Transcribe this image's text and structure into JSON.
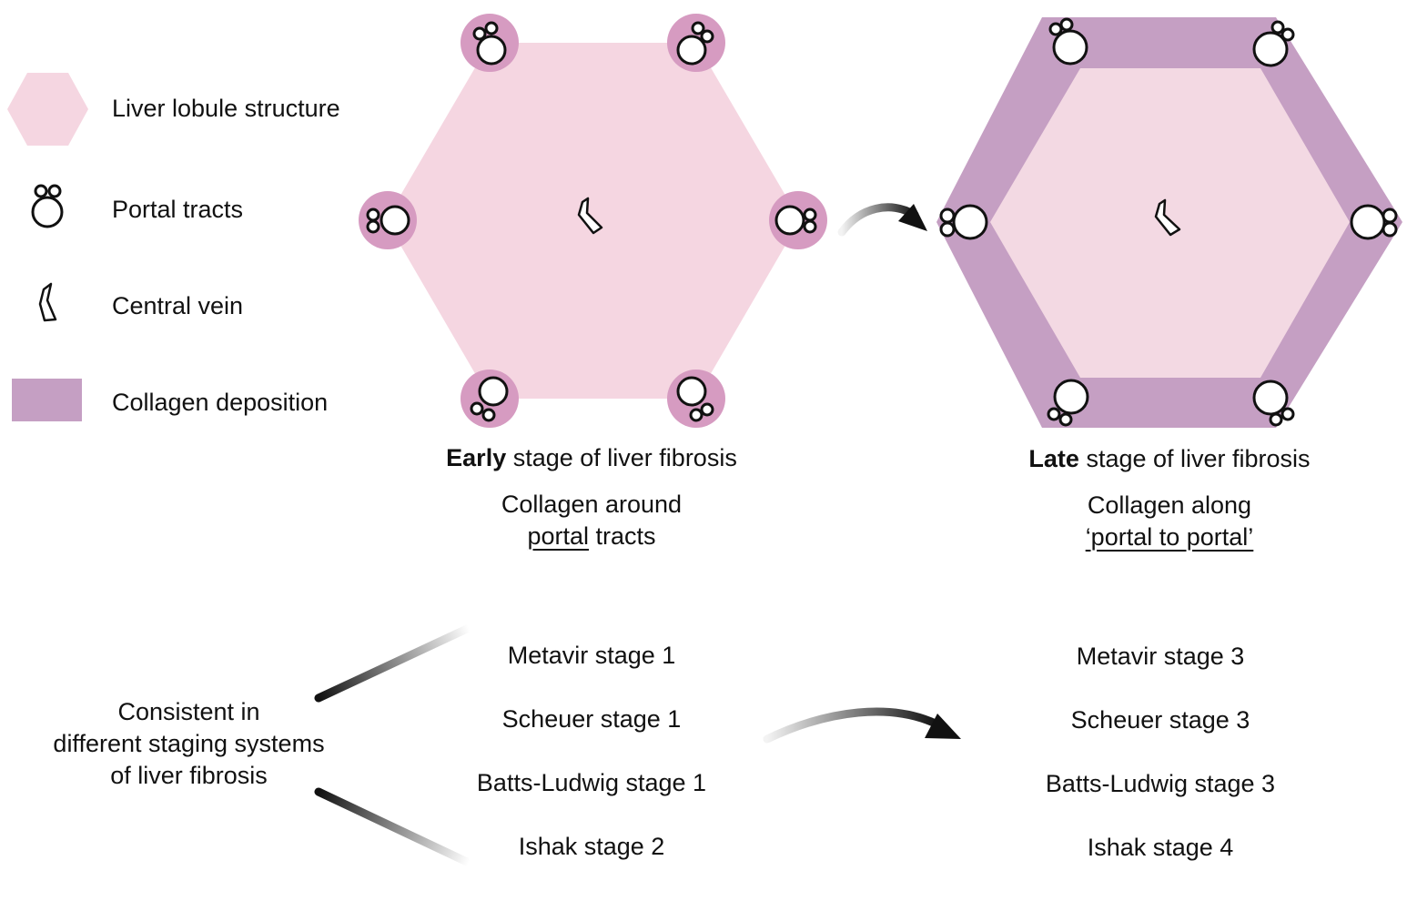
{
  "colors": {
    "lobule": "#f5d6e1",
    "lobule_late_inner": "#f3d9e3",
    "collagen": "#c59fc3",
    "collagen_early_halo": "#d69bc1",
    "outline": "#111111",
    "arrow": "#111111"
  },
  "legend": [
    {
      "icon": "lobule-hexagon-icon",
      "label": "Liver lobule structure"
    },
    {
      "icon": "portal-tract-icon",
      "label": "Portal tracts"
    },
    {
      "icon": "central-vein-icon",
      "label": "Central vein"
    },
    {
      "icon": "collagen-swatch-icon",
      "label": "Collagen deposition"
    }
  ],
  "early": {
    "title_bold": "Early",
    "title_rest": " stage of liver fibrosis",
    "desc_line1": "Collagen around",
    "desc_underlined": "portal",
    "desc_rest": " tracts"
  },
  "late": {
    "title_bold": "Late",
    "title_rest": " stage of liver fibrosis",
    "desc_line1": "Collagen along",
    "desc_underlined": "‘portal to portal’"
  },
  "consistency_note": [
    "Consistent in",
    "different staging systems",
    "of liver fibrosis"
  ],
  "staging": {
    "early": [
      "Metavir stage 1",
      "Scheuer stage 1",
      "Batts-Ludwig stage 1",
      "Ishak stage 2"
    ],
    "late": [
      "Metavir stage 3",
      "Scheuer stage 3",
      "Batts-Ludwig stage 3",
      "Ishak stage 4"
    ]
  }
}
